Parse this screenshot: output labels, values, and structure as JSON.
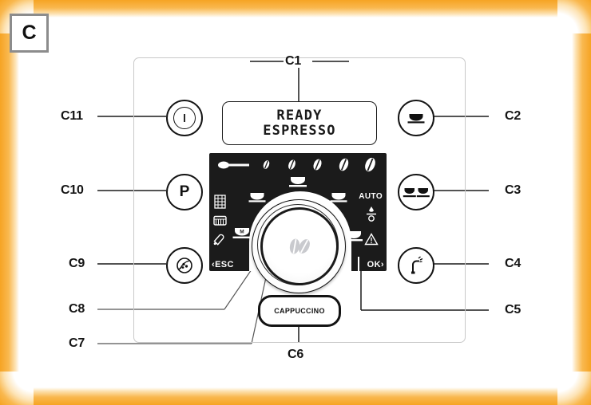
{
  "figure": {
    "badge_label": "C",
    "caption": ""
  },
  "display": {
    "line1": "READY",
    "line2": "ESPRESSO"
  },
  "panel": {
    "strength_icon": "grinder-icon",
    "bean_count": 5,
    "bean_labels": [
      "bean-1",
      "bean-2",
      "bean-3",
      "bean-4",
      "bean-5"
    ],
    "left_icons": [
      {
        "name": "grinder-adjust-icon"
      },
      {
        "name": "drip-tray-icon"
      },
      {
        "name": "water-tank-icon"
      }
    ],
    "cup_icons": [
      {
        "name": "small-cup-icon"
      },
      {
        "name": "medium-cup-icon"
      },
      {
        "name": "large-cup-icon"
      },
      {
        "name": "milk-cup-icon"
      },
      {
        "name": "mug-cup-icon"
      }
    ],
    "right_icons": [
      {
        "name": "descale-icon"
      },
      {
        "name": "warning-icon"
      }
    ],
    "auto_label": "AUTO",
    "esc_label": "‹ESC",
    "ok_label": "OK›"
  },
  "buttons": {
    "power": {
      "name": "power-button",
      "icon": "power-icon",
      "label": ""
    },
    "program": {
      "name": "program-button",
      "icon": "",
      "label": "P"
    },
    "steam_clean": {
      "name": "steam-clean-button",
      "icon": "steam-swirl-icon",
      "label": ""
    },
    "single_cup": {
      "name": "single-cup-button",
      "icon": "single-cup-icon",
      "label": ""
    },
    "double_cup": {
      "name": "double-cup-button",
      "icon": "double-cup-icon",
      "label": ""
    },
    "hot_water": {
      "name": "hot-water-button",
      "icon": "steam-wand-icon",
      "label": ""
    },
    "cappuccino": {
      "name": "cappuccino-button",
      "label": "CAPPUCCINO"
    }
  },
  "knob": {
    "name": "rotary-selector-knob",
    "center_icon": "coffee-beans-icon"
  },
  "callouts": [
    {
      "id": "C1",
      "label": "C1",
      "target": "lcd-display"
    },
    {
      "id": "C2",
      "label": "C2",
      "target": "single-cup-button"
    },
    {
      "id": "C3",
      "label": "C3",
      "target": "double-cup-button"
    },
    {
      "id": "C4",
      "label": "C4",
      "target": "hot-water-button"
    },
    {
      "id": "C5",
      "label": "C5",
      "target": "ok-area"
    },
    {
      "id": "C6",
      "label": "C6",
      "target": "cappuccino-button"
    },
    {
      "id": "C7",
      "label": "C7",
      "target": "knob-ring"
    },
    {
      "id": "C8",
      "label": "C8",
      "target": "knob-face"
    },
    {
      "id": "C9",
      "label": "C9",
      "target": "steam-clean-button"
    },
    {
      "id": "C10",
      "label": "C10",
      "target": "program-button"
    },
    {
      "id": "C11",
      "label": "C11",
      "target": "power-button"
    }
  ],
  "colors": {
    "frame_orange": "#f6a423",
    "panel_black": "#1b1b1b",
    "ink": "#141414",
    "badge_border": "#8c8c8c"
  }
}
